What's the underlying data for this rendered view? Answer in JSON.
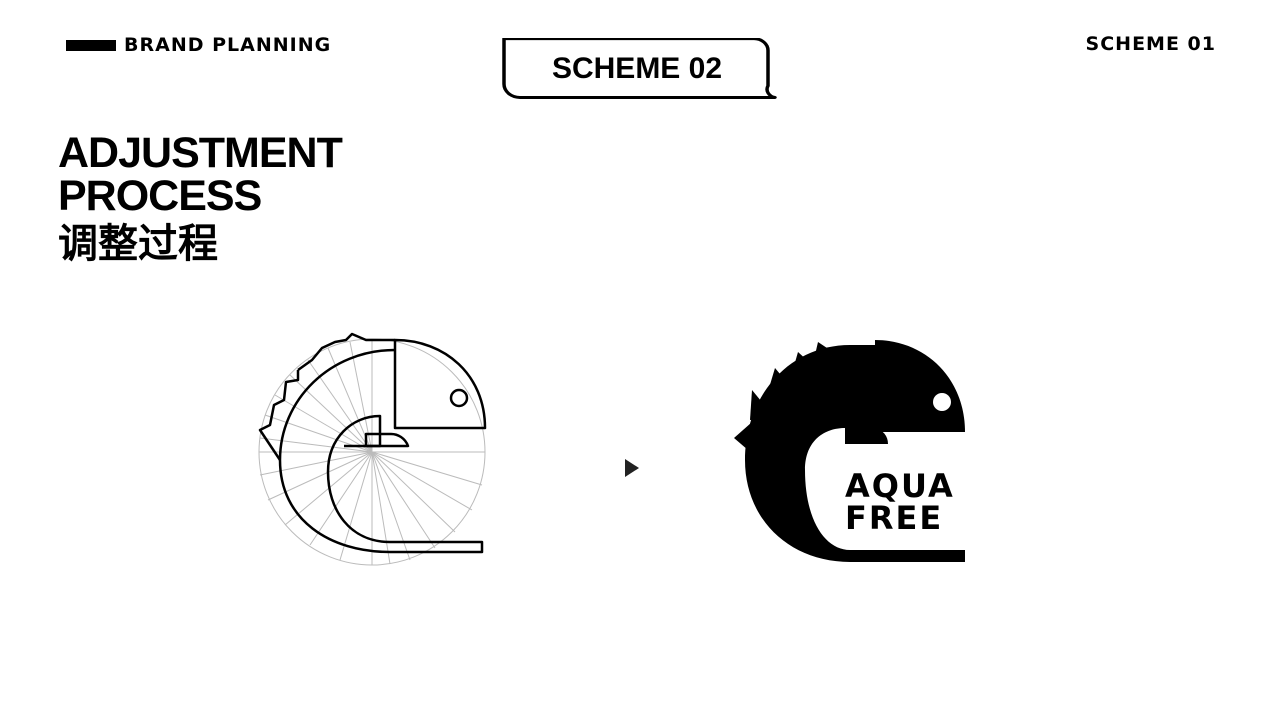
{
  "header": {
    "brand_label": "BRAND PLANNING",
    "scheme_badge": "SCHEME 02",
    "scheme_corner": "SCHEME 01"
  },
  "section": {
    "title_line1": "ADJUSTMENT",
    "title_line2": "PROCESS",
    "title_cn": "调整过程"
  },
  "logo": {
    "wordmark_line1": "AQUA",
    "wordmark_line2": "FREE"
  },
  "icons": {
    "construction_sketch": "chameleon-construction-sketch",
    "arrow": "arrow-right-icon",
    "final_logo": "chameleon-logo"
  },
  "colors": {
    "primary": "#000000",
    "background": "#ffffff",
    "guide_lines": "#bbbbbb"
  }
}
